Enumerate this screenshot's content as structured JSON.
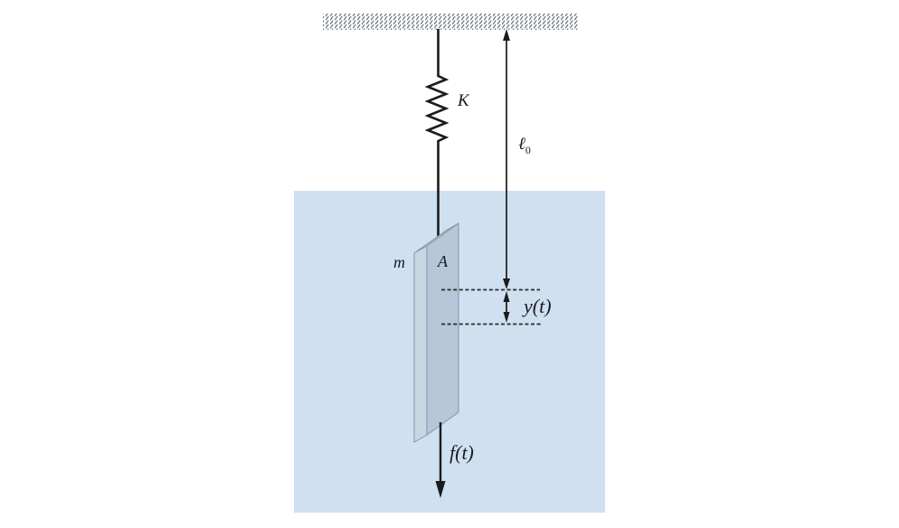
{
  "diagram": {
    "labels": {
      "spring_constant": "K",
      "rest_length_symbol": "ℓ",
      "rest_length_subscript": "0",
      "mass": "m",
      "plate_area": "A",
      "displacement": "y(t)",
      "applied_force": "f(t)"
    },
    "colors": {
      "background": "#ffffff",
      "fluid_fill": "#cfe0f0",
      "plate_front_fill": "#b5c7d8",
      "plate_side_fill": "#c9d7e5",
      "plate_top_fill": "#bfcfdf",
      "plate_outline": "#8296a9",
      "ink": "#1b1b1b",
      "dash_ink": "#2a2a2a",
      "hatch_stroke": "#6e7780"
    }
  }
}
